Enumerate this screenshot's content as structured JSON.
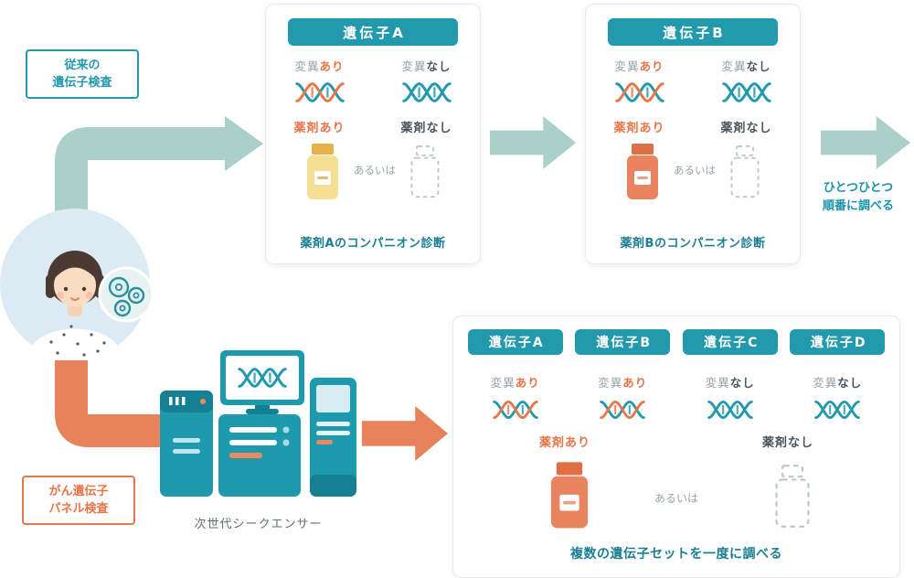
{
  "colors": {
    "teal": "#2399ae",
    "teal_arrow": "#abd0cb",
    "orange": "#e8764b",
    "orange_arrow": "#e8825a",
    "caption_teal": "#1b7e92"
  },
  "labels": {
    "conventional_test": "従来の\n遺伝子検査",
    "panel_test": "がん遺伝子\nパネル検査",
    "sequencer": "次世代シークエンサー",
    "sequential_note": "ひとつひとつ\n順番に調べる"
  },
  "cards": [
    {
      "title": "遺伝子A",
      "mut_left_pre": "変異",
      "mut_left_suf": "あり",
      "mut_right_pre": "変異",
      "mut_right_suf": "なし",
      "drug_yes": "薬剤あり",
      "drug_no": "薬剤なし",
      "or": "あるいは",
      "caption": "薬剤Aのコンパニオン診断"
    },
    {
      "title": "遺伝子B",
      "mut_left_pre": "変異",
      "mut_left_suf": "あり",
      "mut_right_pre": "変異",
      "mut_right_suf": "なし",
      "drug_yes": "薬剤あり",
      "drug_no": "薬剤なし",
      "or": "あるいは",
      "caption": "薬剤Bのコンパニオン診断"
    }
  ],
  "panel": {
    "genes": [
      {
        "title": "遺伝子A",
        "mut_pre": "変異",
        "mut_suf": "あり"
      },
      {
        "title": "遺伝子B",
        "mut_pre": "変異",
        "mut_suf": "あり"
      },
      {
        "title": "遺伝子C",
        "mut_pre": "変異",
        "mut_suf": "なし"
      },
      {
        "title": "遺伝子D",
        "mut_pre": "変異",
        "mut_suf": "なし"
      }
    ],
    "drug_yes": "薬剤あり",
    "drug_no": "薬剤なし",
    "or": "あるいは",
    "caption": "複数の遺伝子セットを一度に調べる"
  }
}
